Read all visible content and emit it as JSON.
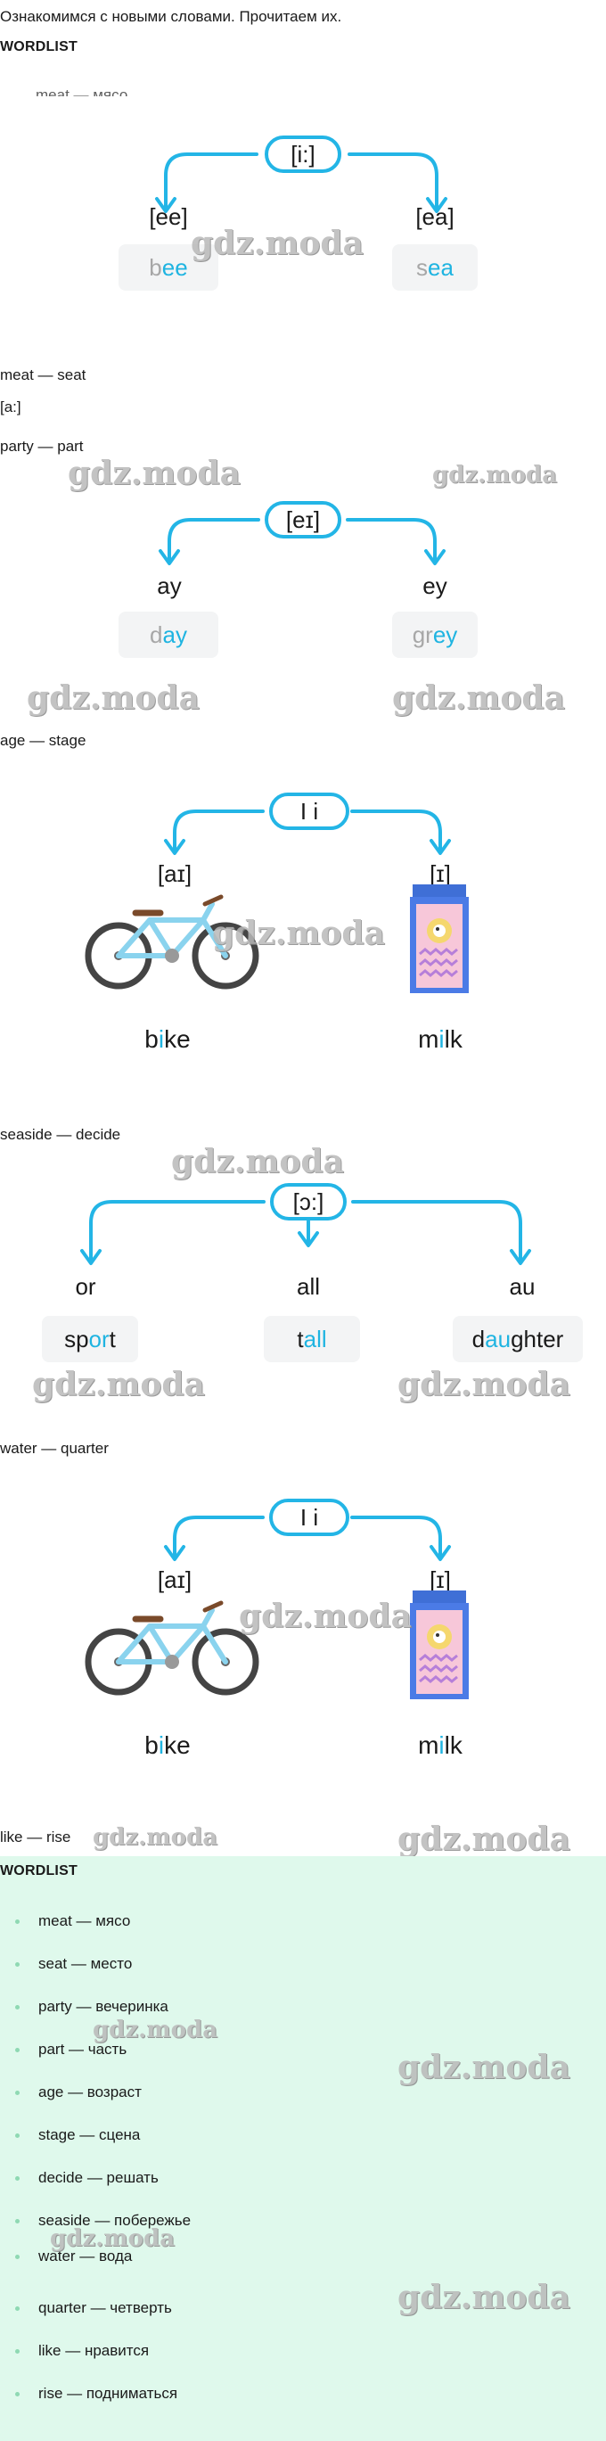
{
  "intro": "Ознакомимся с новыми словами. Прочитаем их.",
  "wordlist_heading": "WORDLIST",
  "cut_text": "meat — мясо",
  "watermark": "gdz.moda",
  "sections": {
    "ee_ea": {
      "sound": "[i:]",
      "left_label": "[ee]",
      "right_label": "[ea]",
      "left_word": {
        "pre": "b",
        "hi": "ee",
        "post": ""
      },
      "right_word": {
        "pre": "s",
        "hi": "ea",
        "post": ""
      }
    },
    "caption1": "meat — seat",
    "phonetic_a": "[a:]",
    "caption2": "party — part",
    "ay_ey": {
      "sound": "[eɪ]",
      "left_label": "ay",
      "right_label": "ey",
      "left_word": {
        "pre": "d",
        "hi": "ay",
        "post": ""
      },
      "right_word": {
        "pre": "gr",
        "hi": "ey",
        "post": ""
      }
    },
    "caption3": "age — stage",
    "ii_1": {
      "sound": "I i",
      "left_label": "[aɪ]",
      "right_label": "[ɪ]",
      "left_word": {
        "pre": "b",
        "hi": "i",
        "post": "ke"
      },
      "right_word": {
        "pre": "m",
        "hi": "i",
        "post": "lk"
      }
    },
    "caption4": "seaside — decide",
    "aw": {
      "sound": "[ɔ:]",
      "labels": [
        "or",
        "all",
        "au"
      ],
      "words": [
        {
          "pre": "sp",
          "hi": "or",
          "post": "t"
        },
        {
          "pre": "t",
          "hi": "all",
          "post": ""
        },
        {
          "pre": "d",
          "hi": "au",
          "post": "ghter"
        }
      ]
    },
    "caption5": "water — quarter",
    "ii_2": {
      "sound": "I i",
      "left_label": "[aɪ]",
      "right_label": "[ɪ]",
      "left_word": {
        "pre": "b",
        "hi": "i",
        "post": "ke"
      },
      "right_word": {
        "pre": "m",
        "hi": "i",
        "post": "lk"
      }
    },
    "caption6": "like — rise"
  },
  "wordlist": {
    "heading": "WORDLIST",
    "items": [
      "meat — мясо",
      "seat — место",
      "party — вечеринка",
      "part — часть",
      "age — возраст",
      "stage — сцена",
      "decide — решать",
      "seaside — побережье",
      "water — вода",
      "quarter — четверть",
      "like — нравится",
      "rise — подниматься"
    ]
  },
  "colors": {
    "accent": "#1fb4e1",
    "pill_border": "#23b5e6",
    "wordlist_bg": "#dff9ec",
    "word_box_bg": "#f3f4f5",
    "watermark": "#b9b9b9"
  }
}
